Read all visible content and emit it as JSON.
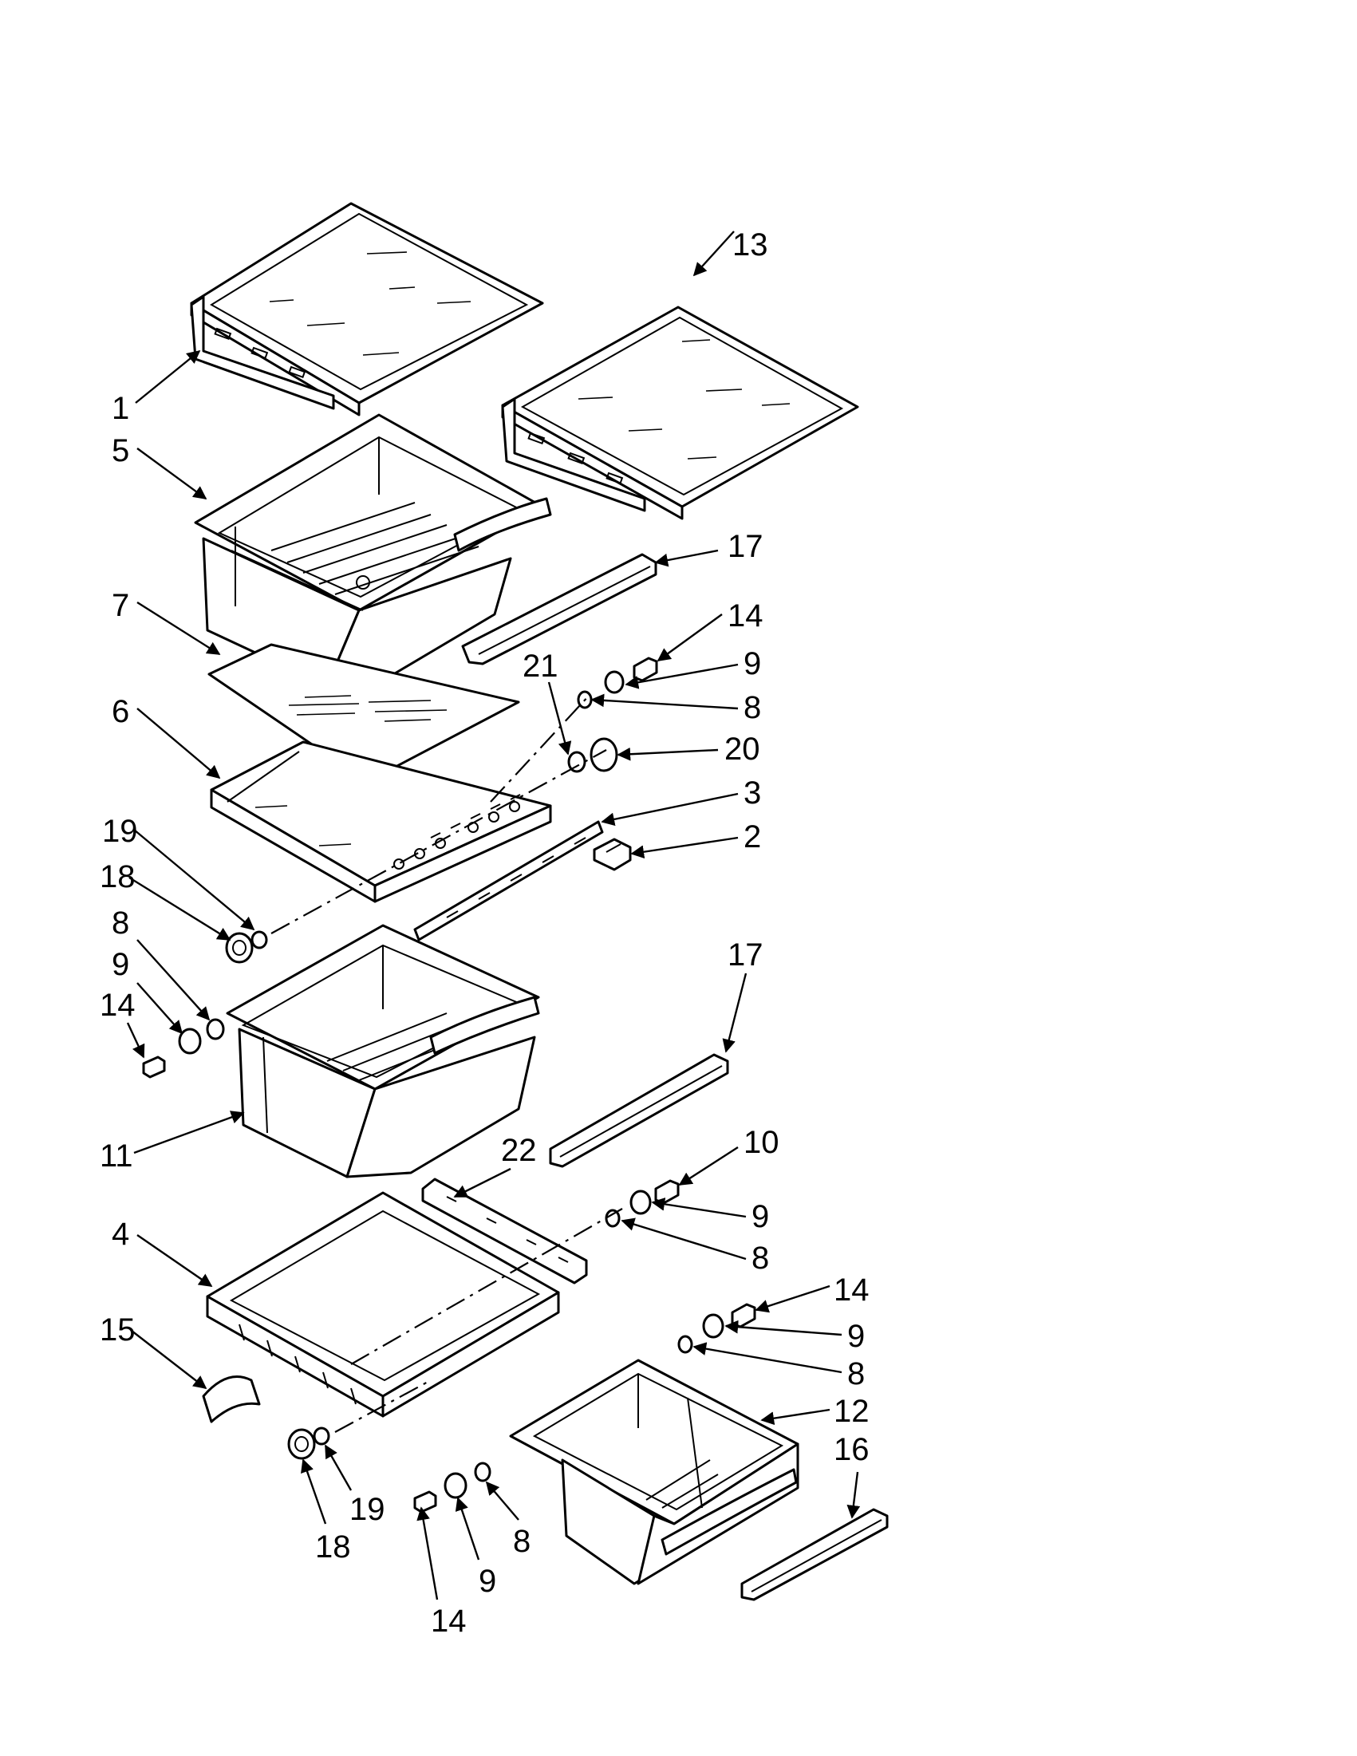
{
  "callouts": [
    {
      "id": "c1",
      "text": "1"
    },
    {
      "id": "c13",
      "text": "13"
    },
    {
      "id": "c5",
      "text": "5"
    },
    {
      "id": "c17a",
      "text": "17"
    },
    {
      "id": "c7",
      "text": "7"
    },
    {
      "id": "c14a",
      "text": "14"
    },
    {
      "id": "c9a",
      "text": "9"
    },
    {
      "id": "c21",
      "text": "21"
    },
    {
      "id": "c8a",
      "text": "8"
    },
    {
      "id": "c6",
      "text": "6"
    },
    {
      "id": "c20",
      "text": "20"
    },
    {
      "id": "c3",
      "text": "3"
    },
    {
      "id": "c2",
      "text": "2"
    },
    {
      "id": "c19a",
      "text": "19"
    },
    {
      "id": "c18a",
      "text": "18"
    },
    {
      "id": "c8b",
      "text": "8"
    },
    {
      "id": "c17b",
      "text": "17"
    },
    {
      "id": "c9b",
      "text": "9"
    },
    {
      "id": "c14b",
      "text": "14"
    },
    {
      "id": "c11",
      "text": "11"
    },
    {
      "id": "c10",
      "text": "10"
    },
    {
      "id": "c22",
      "text": "22"
    },
    {
      "id": "c9c",
      "text": "9"
    },
    {
      "id": "c4",
      "text": "4"
    },
    {
      "id": "c8c",
      "text": "8"
    },
    {
      "id": "c14c",
      "text": "14"
    },
    {
      "id": "c15",
      "text": "15"
    },
    {
      "id": "c9d",
      "text": "9"
    },
    {
      "id": "c8d",
      "text": "8"
    },
    {
      "id": "c12",
      "text": "12"
    },
    {
      "id": "c16",
      "text": "16"
    },
    {
      "id": "c19b",
      "text": "19"
    },
    {
      "id": "c18b",
      "text": "18"
    },
    {
      "id": "c8e",
      "text": "8"
    },
    {
      "id": "c9e",
      "text": "9"
    },
    {
      "id": "c14d",
      "text": "14"
    }
  ]
}
